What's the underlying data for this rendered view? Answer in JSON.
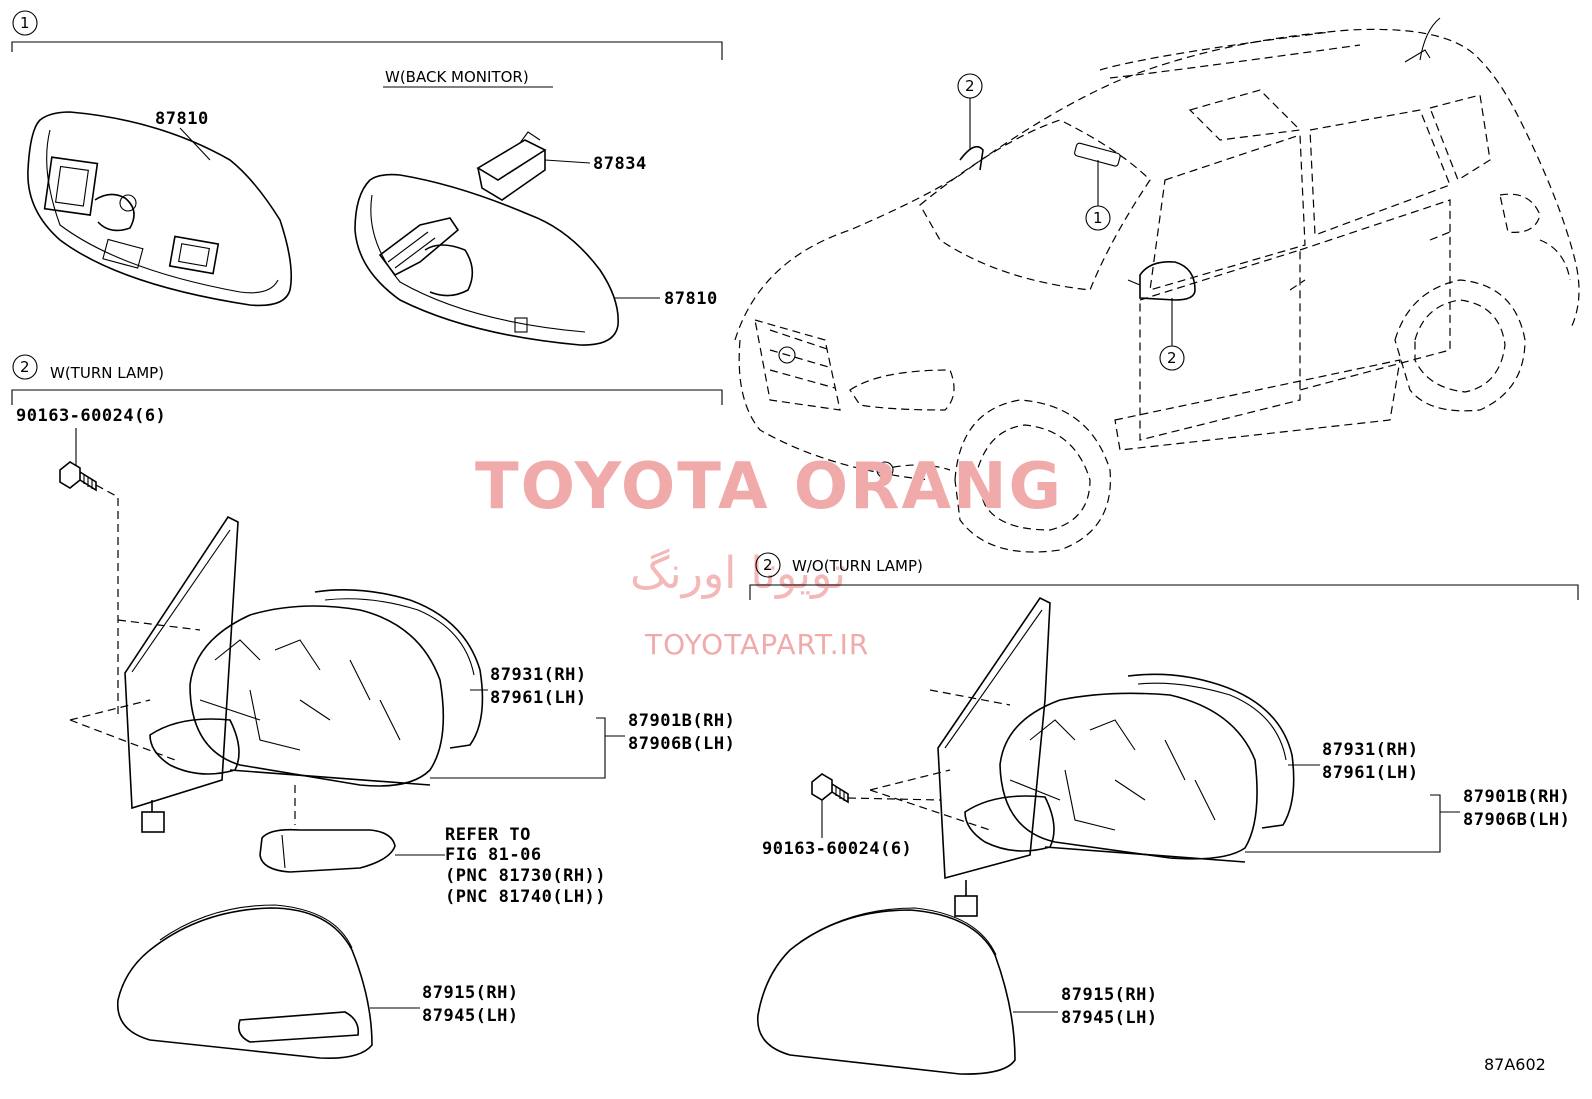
{
  "sections": {
    "s1": {
      "marker": "1"
    },
    "s2_turn": {
      "marker": "2",
      "title": "W(TURN LAMP)"
    },
    "s2_noturn": {
      "marker": "2",
      "title": "W/O(TURN LAMP)"
    }
  },
  "back_monitor": {
    "title": "W(BACK MONITOR)"
  },
  "callouts": {
    "car_windshield": "2",
    "car_mirror_lamp": "1",
    "car_side_mirror": "2"
  },
  "labels": {
    "mirror_inner_a": "87810",
    "mirror_inner_b": "87810",
    "cover_87834": "87834",
    "bolt_left": "90163-60024(6)",
    "bolt_right": "90163-60024(6)",
    "left": {
      "rh1": "87931(RH)",
      "lh1": "87961(LH)",
      "rh2": "87901B(RH)",
      "lh2": "87906B(LH)",
      "cover_rh": "87915(RH)",
      "cover_lh": "87945(LH)",
      "refer1": "REFER TO",
      "refer2": "FIG 81-06",
      "refer3": "(PNC 81730(RH))",
      "refer4": "(PNC 81740(LH))"
    },
    "right": {
      "rh1": "87931(RH)",
      "lh1": "87961(LH)",
      "rh2": "87901B(RH)",
      "lh2": "87906B(LH)",
      "cover_rh": "87915(RH)",
      "cover_lh": "87945(LH)"
    }
  },
  "watermark": {
    "brand": "TOYOTA ORANG",
    "brand_fa": "تویوتا اورنگ",
    "url": "TOYOTAPART.IR"
  },
  "figure_code": "87A602"
}
